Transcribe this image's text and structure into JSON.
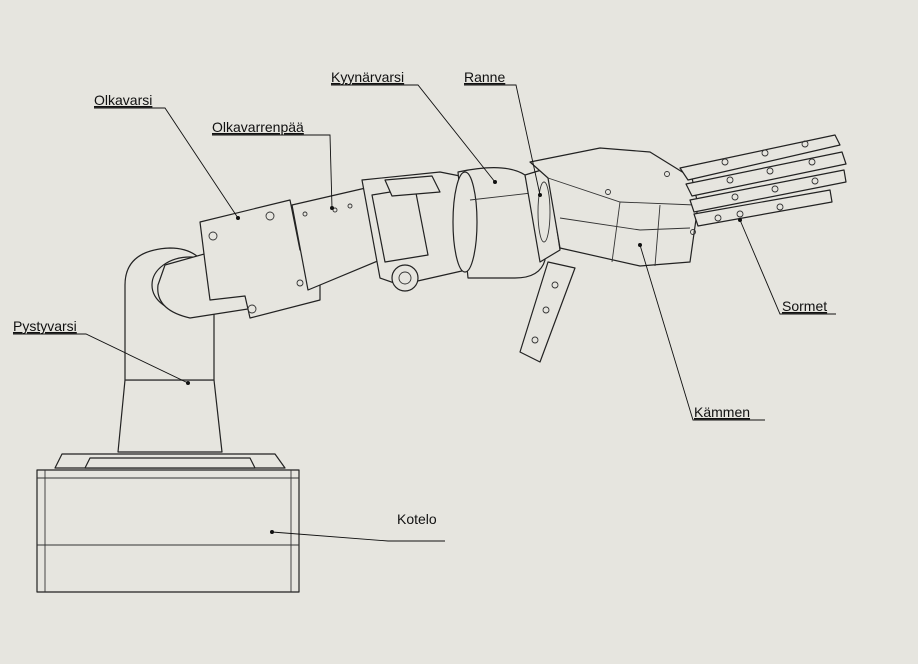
{
  "labels": {
    "olkavarsi": "Olkavarsi",
    "olkavarrenpaa": "Olkavarrenpää",
    "kyynarvarsi": "Kyynärvarsi",
    "ranne": "Ranne",
    "sormet": "Sormet",
    "kammen": "Kämmen",
    "pystyvarsi": "Pystyvarsi",
    "kotelo": "Kotelo"
  },
  "colors": {
    "background": "#e6e5df",
    "line": "#222222"
  }
}
